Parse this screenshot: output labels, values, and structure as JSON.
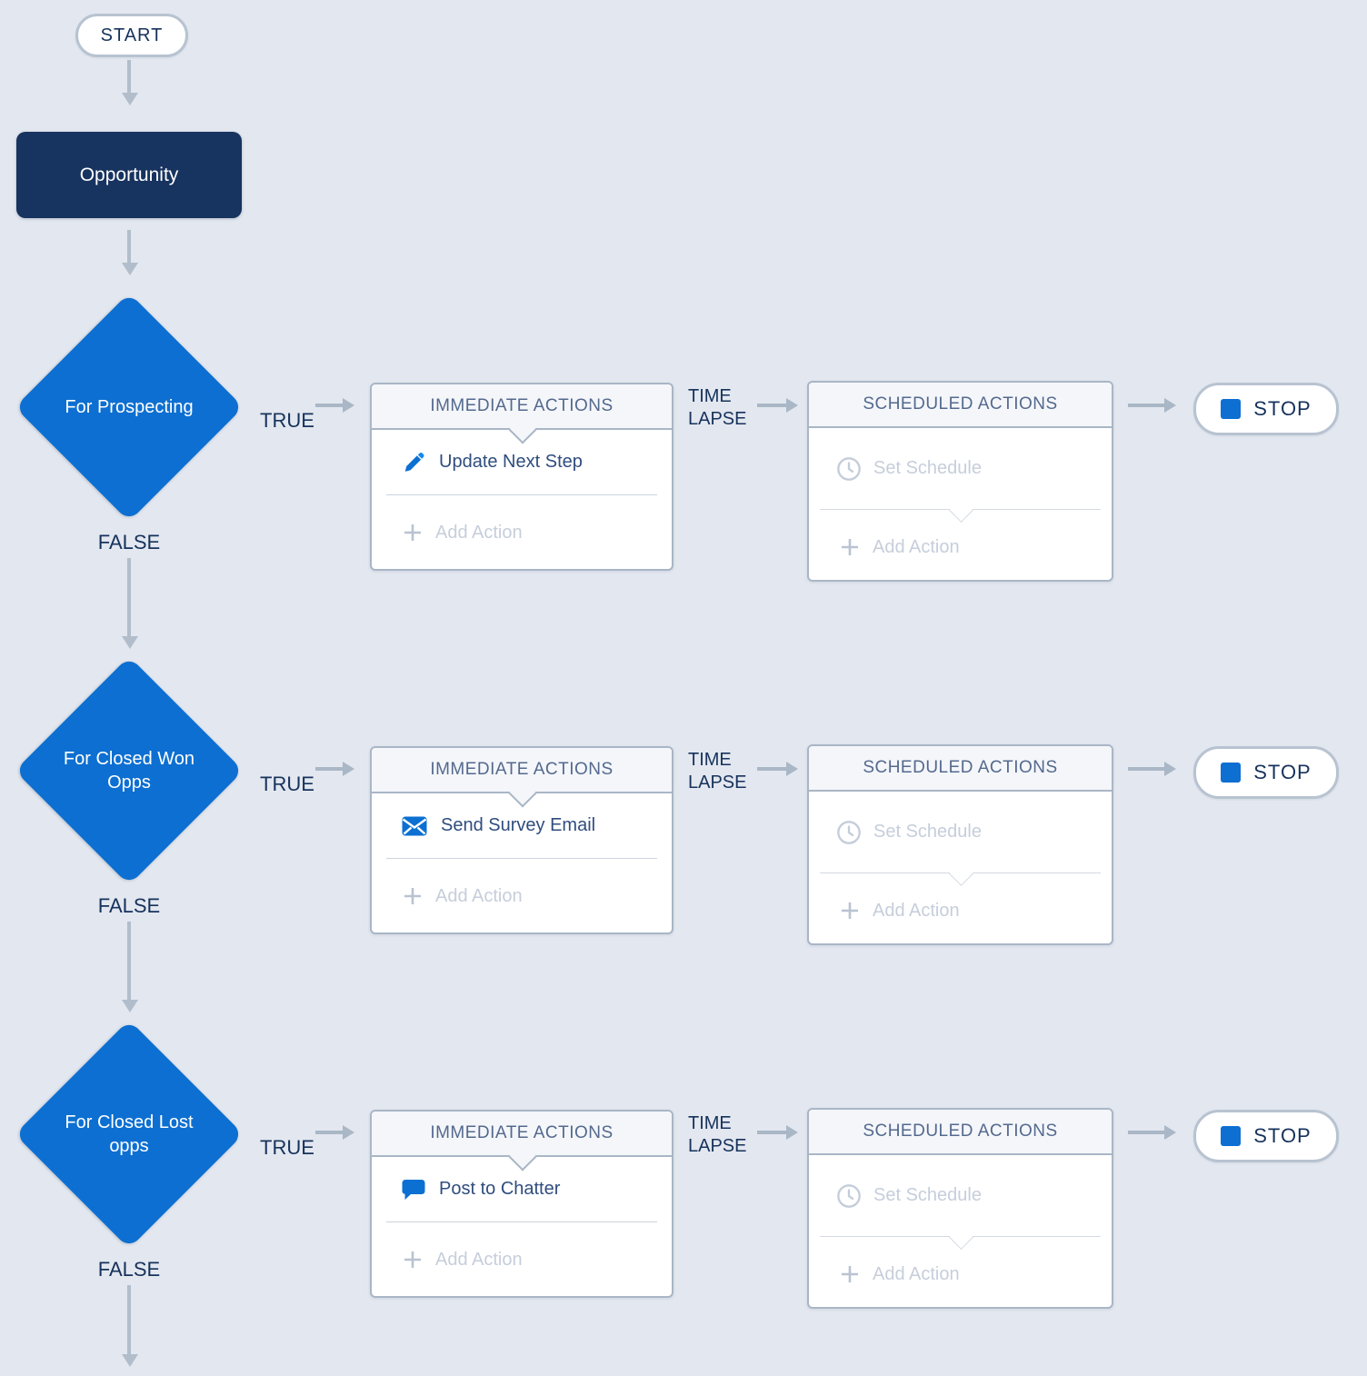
{
  "colors": {
    "background": "#e3e7ef",
    "diamond_blue": "#0d6fd1",
    "trigger_navy": "#17335f",
    "text_navy": "#16325c",
    "accent_blue": "#0b70d2"
  },
  "start": {
    "label": "START"
  },
  "trigger": {
    "label": "Opportunity"
  },
  "labels": {
    "true": "TRUE",
    "false": "FALSE",
    "time_lapse_line1": "TIME",
    "time_lapse_line2": "LAPSE",
    "stop": "STOP",
    "immediate_header": "IMMEDIATE ACTIONS",
    "scheduled_header": "SCHEDULED ACTIONS",
    "set_schedule": "Set Schedule",
    "add_action": "Add Action"
  },
  "rows": [
    {
      "condition": "For Prospecting",
      "action": "Update Next Step",
      "action_icon": "pencil-icon"
    },
    {
      "condition": "For Closed Won Opps",
      "action": "Send Survey Email",
      "action_icon": "envelope-icon"
    },
    {
      "condition": "For Closed Lost opps",
      "action": "Post to Chatter",
      "action_icon": "chat-icon"
    }
  ]
}
